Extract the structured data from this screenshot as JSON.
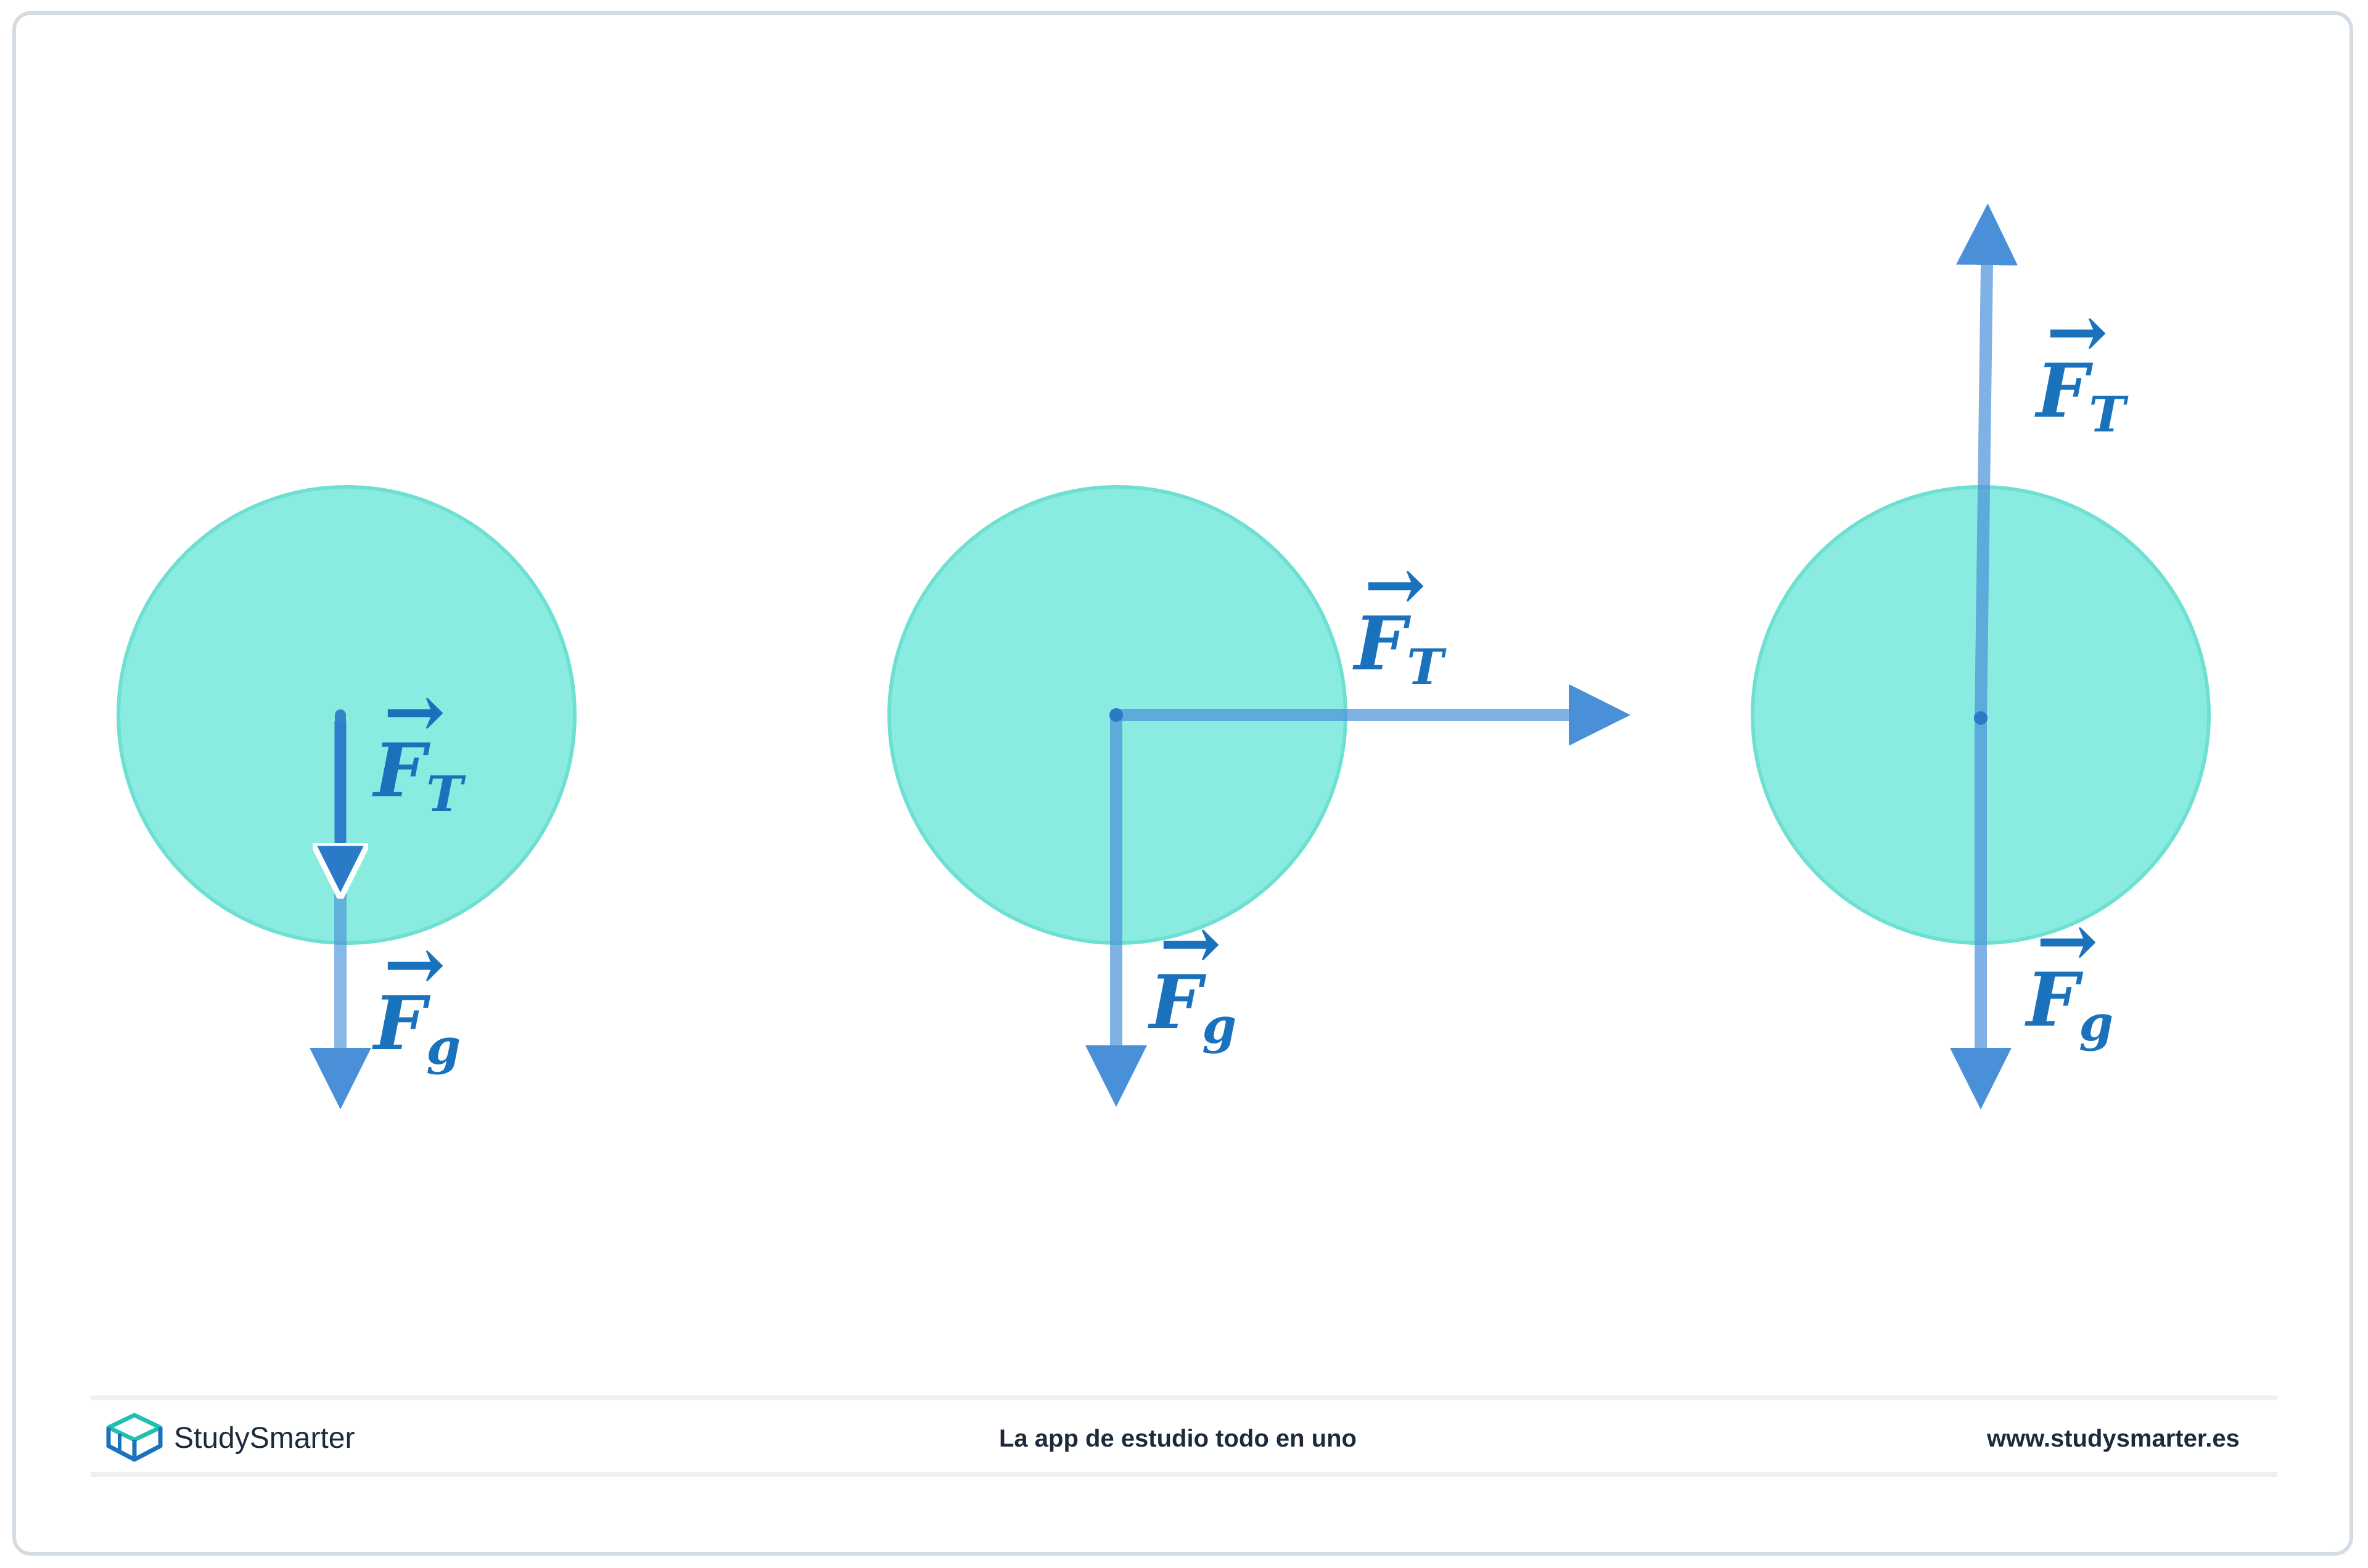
{
  "diagram": {
    "panels": [
      {
        "force_t_label": {
          "base": "F",
          "sub": "T"
        },
        "force_g_label": {
          "base": "F",
          "sub": "g"
        }
      },
      {
        "force_t_label": {
          "base": "F",
          "sub": "T"
        },
        "force_g_label": {
          "base": "F",
          "sub": "g"
        }
      },
      {
        "force_t_label": {
          "base": "F",
          "sub": "T"
        },
        "force_g_label": {
          "base": "F",
          "sub": "g"
        }
      }
    ],
    "colors": {
      "circle_fill": "#8aece0",
      "circle_stroke": "#6ee0d2",
      "arrow": "#4a90d9",
      "label": "#1a72bd"
    }
  },
  "footer": {
    "brand": "StudySmarter",
    "tagline": "La app de estudio todo en uno",
    "url": "www.studysmarter.es",
    "logo_icon": "studysmarter-logo-icon"
  }
}
